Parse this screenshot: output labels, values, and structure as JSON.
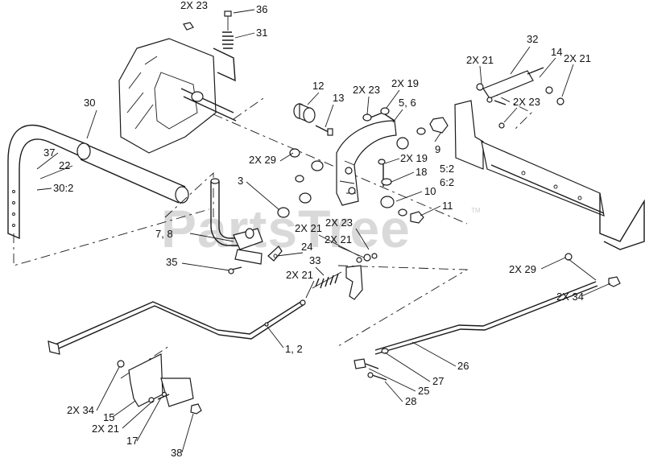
{
  "watermark": {
    "text": "PartsTree",
    "trademark": "TM"
  },
  "callouts": {
    "c_2x23_top": "2X 23",
    "c_36": "36",
    "c_31": "31",
    "c_30": "30",
    "c_37": "37",
    "c_22": "22",
    "c_30_2": "30:2",
    "c_12": "12",
    "c_13": "13",
    "c_2x23_mid": "2X 23",
    "c_2x19_top": "2X 19",
    "c_5_6": "5, 6",
    "c_9": "9",
    "c_2x19_mid": "2X 19",
    "c_18": "18",
    "c_5_2": "5:2",
    "c_6_2": "6:2",
    "c_10": "10",
    "c_11": "11",
    "c_32": "32",
    "c_14": "14",
    "c_2x21_tr_a": "2X 21",
    "c_2x21_tr_b": "2X 21",
    "c_2x23_tr": "2X 23",
    "c_2x29_left": "2X 29",
    "c_3": "3",
    "c_7_8": "7, 8",
    "c_24": "24",
    "c_35": "35",
    "c_2x23_lower": "2X 23",
    "c_2x21_a": "2X 21",
    "c_2x21_b": "2X 21",
    "c_33": "33",
    "c_2x21_c": "2X 21",
    "c_1_2": "1, 2",
    "c_2x29_right": "2X 29",
    "c_2x34_right": "2X 34",
    "c_26": "26",
    "c_27": "27",
    "c_25": "25",
    "c_28": "28",
    "c_2x34_left": "2X 34",
    "c_15": "15",
    "c_2x21_left": "2X 21",
    "c_17": "17",
    "c_38": "38"
  }
}
